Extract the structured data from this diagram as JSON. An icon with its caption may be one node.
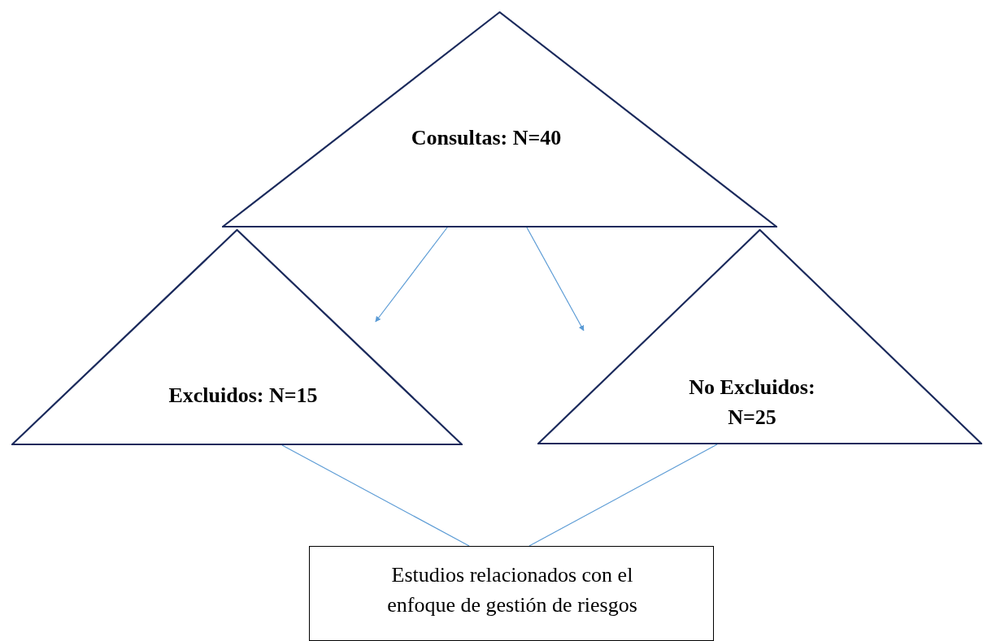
{
  "diagram": {
    "nodes": [
      {
        "text": [
          "Consultas: N=40"
        ]
      },
      {
        "text": [
          "Excluidos: N=15"
        ]
      },
      {
        "text": [
          "No Excluidos: N=25"
        ]
      },
      {
        "text": [
          "Estudios relacionados con el enfoque de gestión de riesgos"
        ]
      }
    ],
    "edges": [
      {
        "from": 0,
        "to": 1,
        "arrow": "to",
        "color": "#5b9bd5"
      },
      {
        "from": 0,
        "to": 2,
        "arrow": "to",
        "color": "#5b9bd5"
      },
      {
        "from": 1,
        "to": 3,
        "arrow": "none",
        "color": "#5b9bd5"
      },
      {
        "from": 2,
        "to": 3,
        "arrow": "none",
        "color": "#5b9bd5"
      }
    ]
  }
}
